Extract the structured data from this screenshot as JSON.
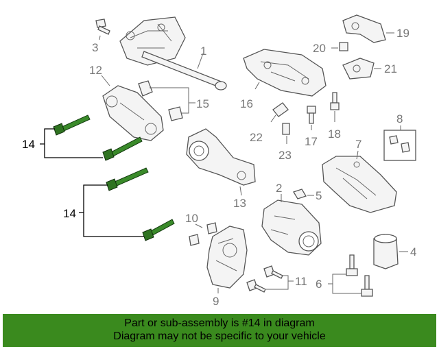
{
  "diagram": {
    "callouts": {
      "c1": "1",
      "c2": "2",
      "c3": "3",
      "c4": "4",
      "c5": "5",
      "c6": "6",
      "c7": "7",
      "c8": "8",
      "c9": "9",
      "c10": "10",
      "c11": "11",
      "c12": "12",
      "c13": "13",
      "c14a": "14",
      "c14b": "14",
      "c15": "15",
      "c16": "16",
      "c17": "17",
      "c18": "18",
      "c19": "19",
      "c20": "20",
      "c21": "21",
      "c22": "22",
      "c23": "23"
    },
    "highlighted_part": "14",
    "highlight_color": "#3a8a2a"
  },
  "banner": {
    "line1": "Part or sub-assembly is #14 in diagram",
    "line2": "Diagram may not be specific to your vehicle",
    "background_color": "#3a8a1e"
  }
}
